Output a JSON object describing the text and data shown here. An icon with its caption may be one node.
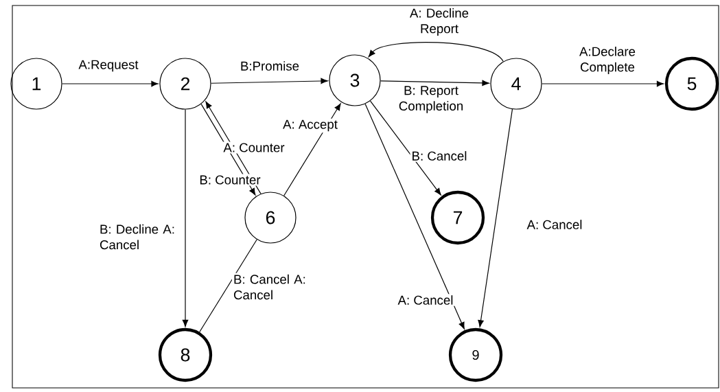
{
  "diagram": {
    "nodes": [
      {
        "text": [
          "1"
        ]
      },
      {
        "text": [
          "2"
        ]
      },
      {
        "text": [
          "3"
        ]
      },
      {
        "text": [
          "4"
        ]
      },
      {
        "text": [
          "5"
        ]
      },
      {
        "text": [
          "6"
        ]
      },
      {
        "text": [
          "7"
        ]
      },
      {
        "text": [
          "8"
        ]
      },
      {
        "text": [
          "9"
        ]
      }
    ],
    "edges": [
      {
        "from": 0,
        "to": 1,
        "arrow": "to",
        "label": "A:Request"
      },
      {
        "from": 1,
        "to": 2,
        "arrow": "to",
        "label": "B:Promise"
      },
      {
        "from": 2,
        "to": 3,
        "arrow": "to",
        "label": "B: Report Completion"
      },
      {
        "from": 3,
        "to": 2,
        "arrow": "to",
        "label": "A: Decline Report"
      },
      {
        "from": 3,
        "to": 4,
        "arrow": "to",
        "label": "A:Declare Complete"
      },
      {
        "from": 1,
        "to": 5,
        "arrow": "to",
        "label": "B: Counter"
      },
      {
        "from": 5,
        "to": 1,
        "arrow": "to",
        "label": "A: Counter"
      },
      {
        "from": 5,
        "to": 2,
        "arrow": "to",
        "label": "A: Accept"
      },
      {
        "from": 2,
        "to": 6,
        "arrow": "to",
        "label": "B: Cancel"
      },
      {
        "from": 2,
        "to": 8,
        "arrow": "to",
        "label": "A: Cancel"
      },
      {
        "from": 3,
        "to": 8,
        "arrow": "to",
        "label": "A: Cancel"
      },
      {
        "from": 1,
        "to": 7,
        "arrow": "to",
        "label": "B: Decline A: Cancel"
      },
      {
        "from": 5,
        "to": 7,
        "arrow": "none",
        "label": "B: Cancel A: Cancel"
      }
    ]
  }
}
